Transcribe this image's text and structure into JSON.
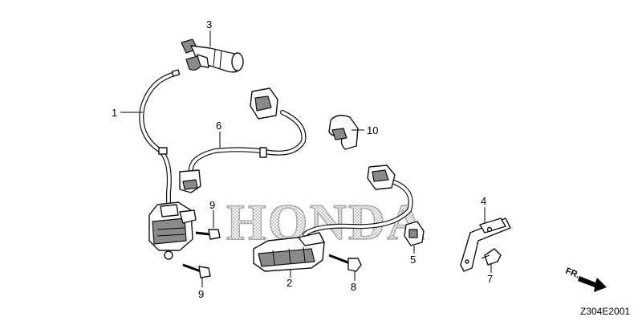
{
  "watermark": "HONDA",
  "diagram_code": "Z304E2001",
  "direction": {
    "label": "FR."
  },
  "parts": [
    {
      "id": "p1",
      "number": "1"
    },
    {
      "id": "p2",
      "number": "2"
    },
    {
      "id": "p3",
      "number": "3"
    },
    {
      "id": "p4",
      "number": "4"
    },
    {
      "id": "p5",
      "number": "5"
    },
    {
      "id": "p6",
      "number": "6"
    },
    {
      "id": "p7",
      "number": "7"
    },
    {
      "id": "p8",
      "number": "8"
    },
    {
      "id": "p9a",
      "number": "9"
    },
    {
      "id": "p9b",
      "number": "9"
    },
    {
      "id": "p10",
      "number": "10"
    }
  ]
}
